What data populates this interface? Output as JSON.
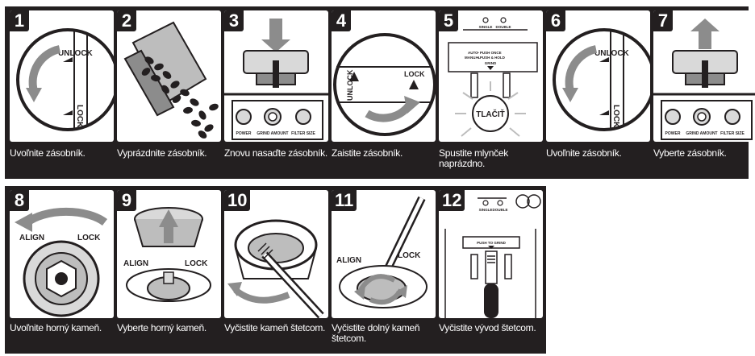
{
  "colors": {
    "background": "#231f20",
    "panel": "#ffffff",
    "ink": "#231f20",
    "arrow": "#8c8c8c",
    "light_gray": "#d9d9d9"
  },
  "steps": [
    {
      "number": "1",
      "caption": "Uvoľnite zásobník.",
      "labels": {
        "unlock": "UNLOCK",
        "lock": "LOCK"
      }
    },
    {
      "number": "2",
      "caption": "Vyprázdnite zásobník."
    },
    {
      "number": "3",
      "caption": "Znovu nasaďte zásobník.",
      "labels": {
        "power": "POWER",
        "grind_amount": "GRIND AMOUNT",
        "filter_size": "FILTER SIZE"
      }
    },
    {
      "number": "4",
      "caption": "Zaistite zásobník.",
      "labels": {
        "unlock": "UNLOCK",
        "lock": "LOCK"
      }
    },
    {
      "number": "5",
      "caption": "Spustite mlynček naprázdno.",
      "labels": {
        "single": "SINGLE",
        "double": "DOUBLE",
        "auto": "AUTO",
        "push_once": "• PUSH ONCE",
        "manual": "MANUAL",
        "push_hold": "• PUSH & HOLD",
        "grind": "GRIND",
        "press": "TLAČIŤ"
      }
    },
    {
      "number": "6",
      "caption": "Uvoľnite zásobník.",
      "labels": {
        "unlock": "UNLOCK",
        "lock": "LOCK"
      }
    },
    {
      "number": "7",
      "caption": "Vyberte zásobník.",
      "labels": {
        "power": "POWER",
        "grind_amount": "GRIND AMOUNT",
        "filter_size": "FILTER SIZE"
      }
    },
    {
      "number": "8",
      "caption": "Uvoľnite horný kameň.",
      "labels": {
        "align": "ALIGN",
        "lock": "LOCK"
      }
    },
    {
      "number": "9",
      "caption": "Vyberte horný kameň.",
      "labels": {
        "align": "ALIGN",
        "lock": "LOCK"
      }
    },
    {
      "number": "10",
      "caption": "Vyčistite kameň štetcom."
    },
    {
      "number": "11",
      "caption": "Vyčistite dolný kameň štetcom.",
      "labels": {
        "align": "ALIGN",
        "lock": "LOCK"
      }
    },
    {
      "number": "12",
      "caption": "Vyčistite vývod štetcom.",
      "labels": {
        "single": "SINGLE",
        "double": "DOUBLE",
        "push_to_grind": "PUSH TO GRIND"
      }
    }
  ]
}
